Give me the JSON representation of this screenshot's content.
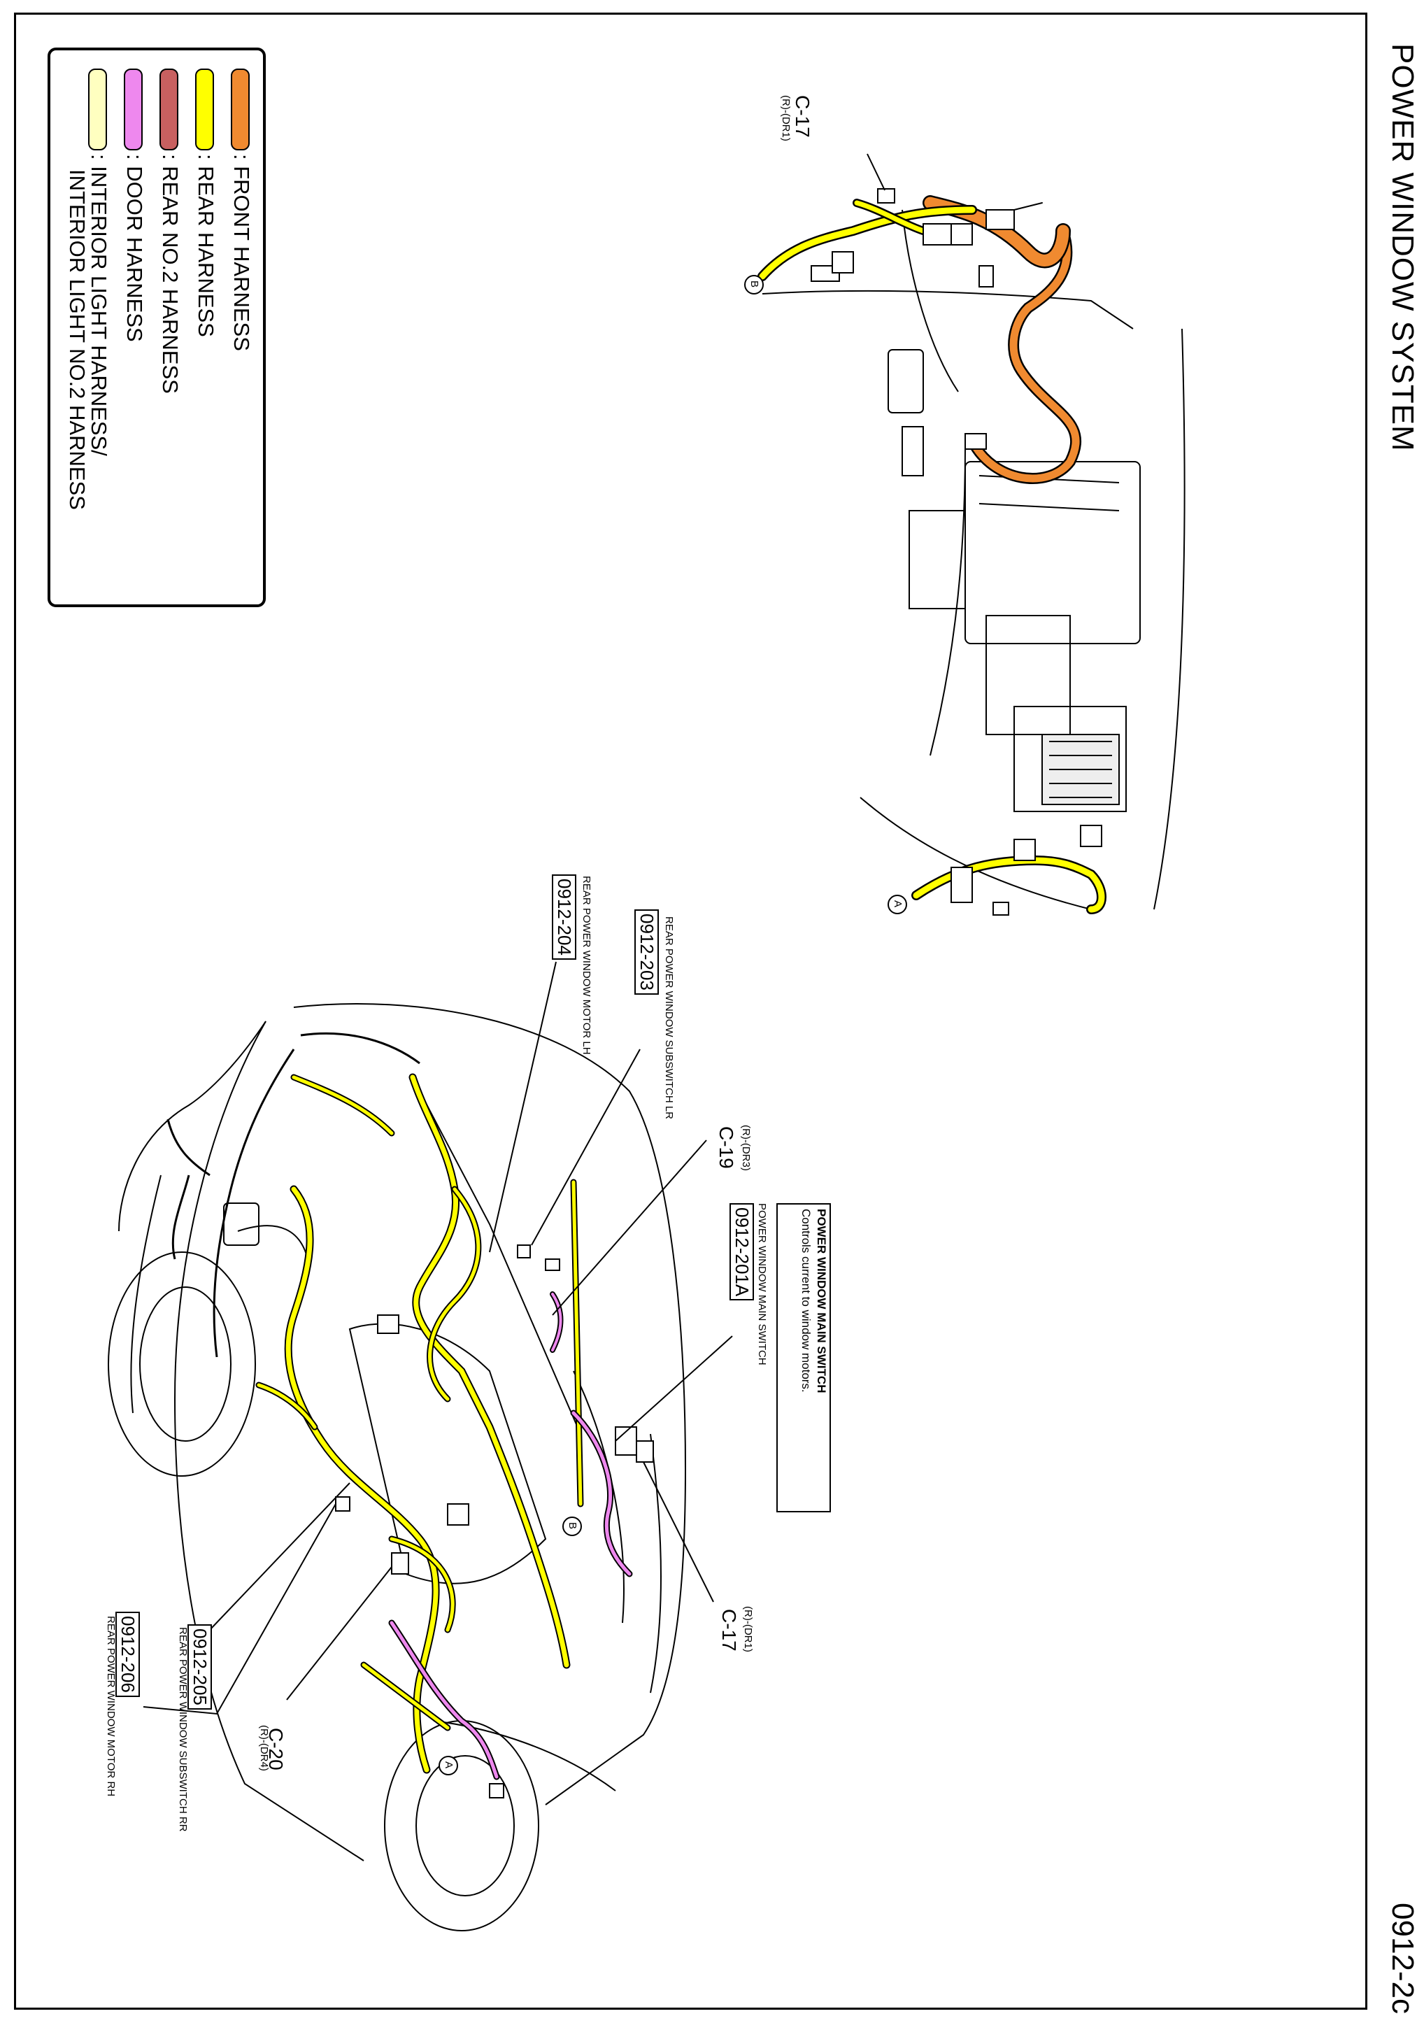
{
  "header": {
    "title": "POWER WINDOW SYSTEM",
    "page_code": "0912-2c"
  },
  "legend": [
    {
      "label": ": FRONT HARNESS",
      "color": "#f08a30"
    },
    {
      "label": ": REAR HARNESS",
      "color": "#ffff00"
    },
    {
      "label": ": REAR NO.2 HARNESS",
      "color": "#c86060"
    },
    {
      "label": ": DOOR HARNESS",
      "color": "#ee88ee"
    },
    {
      "label": ": INTERIOR LIGHT HARNESS/",
      "label2": "INTERIOR LIGHT NO.2 HARNESS",
      "color": "#ffffc0"
    }
  ],
  "top_view": {
    "c17": {
      "id": "C-17",
      "code": "(R)-(DR1)"
    },
    "marker_b": "B",
    "marker_a": "A"
  },
  "car_view": {
    "main_switch": {
      "title": "POWER WINDOW MAIN SWITCH",
      "desc": "Controls current to window motors.",
      "caption": "POWER WINDOW MAIN SWITCH",
      "ref": "0912-201A"
    },
    "sub_lr": {
      "caption": "REAR POWER WINDOW SUBSWITCH LR",
      "ref": "0912-203"
    },
    "motor_lh": {
      "caption": "REAR POWER WINDOW MOTOR LH",
      "ref": "0912-204"
    },
    "c19": {
      "id": "C-19",
      "code": "(R)-(DR3)"
    },
    "c17": {
      "id": "C-17",
      "code": "(R)-(DR1)"
    },
    "c20": {
      "id": "C-20",
      "code": "(R)-(DR4)"
    },
    "sub_rr": {
      "caption": "REAR POWER WINDOW SUBSWITCH RR",
      "ref": "0912-205"
    },
    "motor_rh": {
      "caption": "REAR POWER WINDOW MOTOR RH",
      "ref": "0912-206"
    },
    "marker_b": "B",
    "marker_a": "A"
  }
}
